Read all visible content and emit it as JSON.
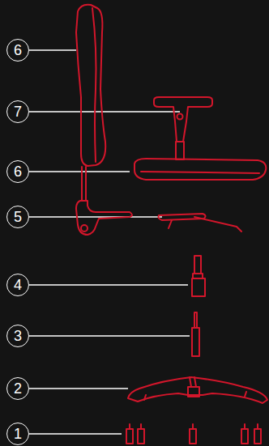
{
  "diagram": {
    "nodes": [
      {
        "text": [
          "6"
        ]
      },
      {
        "text": [
          "7"
        ]
      },
      {
        "text": [
          "6"
        ]
      },
      {
        "text": [
          "5"
        ]
      },
      {
        "text": [
          "4"
        ]
      },
      {
        "text": [
          "3"
        ]
      },
      {
        "text": [
          "2"
        ]
      },
      {
        "text": [
          "1"
        ]
      }
    ]
  }
}
